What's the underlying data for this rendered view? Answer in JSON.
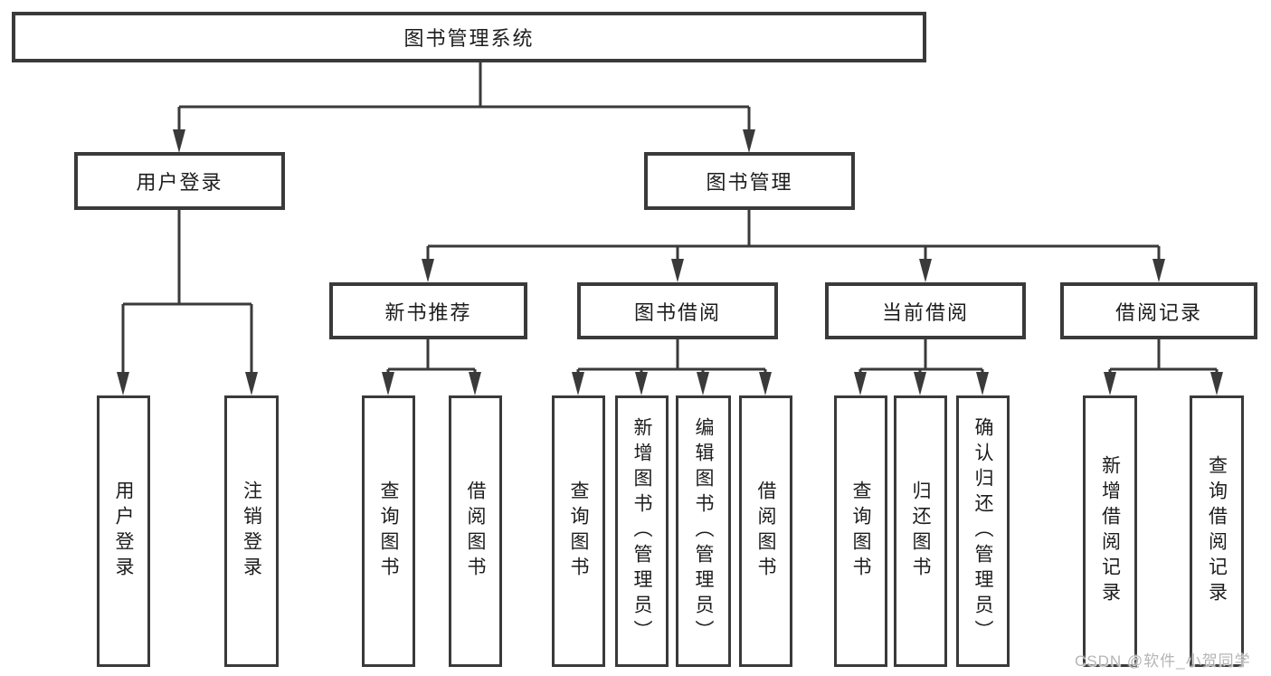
{
  "colors": {
    "line": "#3a3a3a",
    "text": "#1d1d1d",
    "watermark": "#b5b5b5",
    "background": "#ffffff"
  },
  "watermark": {
    "text": "CSDN @软件_小贺同学"
  },
  "tree": {
    "label": "图书管理系统",
    "children": [
      {
        "label": "用户登录",
        "children": [
          {
            "label": "用户登录"
          },
          {
            "label": "注销登录"
          }
        ]
      },
      {
        "label": "图书管理",
        "children": [
          {
            "label": "新书推荐",
            "children": [
              {
                "label": "查询图书"
              },
              {
                "label": "借阅图书"
              }
            ]
          },
          {
            "label": "图书借阅",
            "children": [
              {
                "label": "查询图书"
              },
              {
                "label": "新增图书（管理员）"
              },
              {
                "label": "编辑图书（管理员）"
              },
              {
                "label": "借阅图书"
              }
            ]
          },
          {
            "label": "当前借阅",
            "children": [
              {
                "label": "查询图书"
              },
              {
                "label": "归还图书"
              },
              {
                "label": "确认归还（管理员）"
              }
            ]
          },
          {
            "label": "借阅记录",
            "children": [
              {
                "label": "新增借阅记录"
              },
              {
                "label": "查询借阅记录"
              }
            ]
          }
        ]
      }
    ]
  }
}
